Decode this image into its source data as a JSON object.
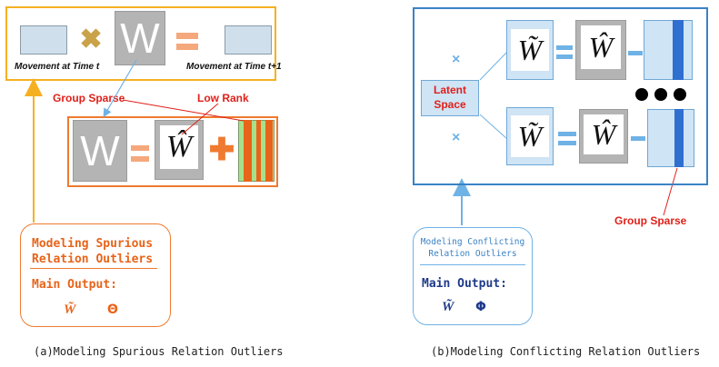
{
  "panel_a": {
    "movement_t": "Movement at Time t",
    "movement_t1": "Movement at Time t+1",
    "w_symbol": "W",
    "w_big": "W",
    "w_hat": "Ŵ",
    "group_sparse": "Group Sparse",
    "low_rank": "Low Rank",
    "output_box": {
      "title_line1": "Modeling Spurious",
      "title_line2": "Relation Outliers",
      "main_output": "Main Output:",
      "symbol1": "W̃",
      "symbol2": "Θ"
    },
    "caption": "(a)Modeling Spurious Relation Outliers"
  },
  "panel_b": {
    "latent_line1": "Latent",
    "latent_line2": "Space",
    "w_tilde_top": "W̃",
    "w_hat_top": "Ŵ",
    "w_tilde_bottom": "W̃",
    "w_hat_bottom": "Ŵ",
    "times_top": "×",
    "times_bottom": "×",
    "group_sparse": "Group Sparse",
    "output_box": {
      "title_line1": "Modeling Conflicting",
      "title_line2": "Relation Outliers",
      "main_output": "Main Output:",
      "symbol1": "W̃",
      "symbol2": "Φ"
    },
    "caption": "(b)Modeling Conflicting Relation Outliers"
  },
  "colors": {
    "gold": "#f5b021",
    "orange": "#ef7a30",
    "blue_frame": "#3b82c4",
    "red": "#e0201a",
    "light_blue": "#cfe4f5",
    "bar_blue": "#2f6fd0",
    "green": "#a8e08a",
    "strip_orange": "#e8641a"
  }
}
